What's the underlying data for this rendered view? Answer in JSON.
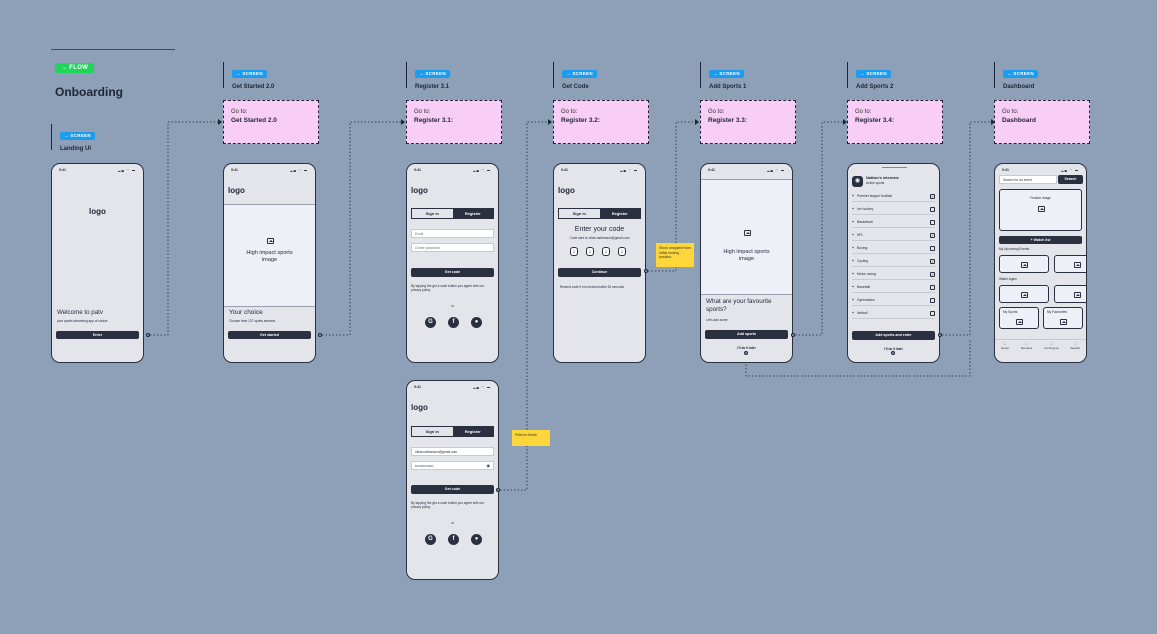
{
  "flow": {
    "tag": "→ FLOW",
    "title": "Onboarding"
  },
  "screen_tag": "→ SCREEN",
  "screens": {
    "landing": "Landing UI",
    "get_started": "Get Started 2.0",
    "register": "Register 3.1",
    "get_code": "Get Code",
    "add_sports_1": "Add Sports 1",
    "add_sports_2": "Add Sports 2",
    "dashboard": "Dashboard"
  },
  "goto": {
    "label": "Go to:",
    "get_started": "Get Started 2.0",
    "register_31": "Register 3.1:",
    "register_32": "Register 3.2:",
    "register_33": "Register 3.3:",
    "register_34": "Register 3.4:",
    "dashboard": "Dashboard"
  },
  "status_time": "9:41",
  "status_icons": "▂▄ ◠ ▬",
  "landing": {
    "logo": "logo",
    "welcome": "Welcome to patv",
    "sub": "your sports streaming app of choice",
    "button": "Enter"
  },
  "get_started": {
    "logo": "logo",
    "image": "High impact sports image",
    "heading": "Your choice",
    "sub": "Choose from 137 sports streams",
    "button": "Get started"
  },
  "register": {
    "logo": "logo",
    "tab_signin": "Sign in",
    "tab_register": "Register",
    "email_ph": "Email",
    "password_ph": "Create password",
    "button": "Get code",
    "terms": "By tapping the get a code button you agree with our privacy policy.",
    "or": "or",
    "email_val": "olivia.nathanson@gmail.com",
    "password_val": "••••••••••••••••"
  },
  "get_code": {
    "logo": "logo",
    "tab_signin": "Sign in",
    "tab_register": "Register",
    "heading": "Enter your code",
    "sub": "Code sent to olivia.nathanson@gmail.com",
    "digits": [
      "1",
      "1",
      "1",
      "1"
    ],
    "button": "Continue",
    "resend": "Resend code if not received after 30 seconds"
  },
  "add_sports_1": {
    "image": "High impact sports image",
    "heading": "What are your favourite sports?",
    "sub": "Let's add some",
    "button": "Add sports",
    "link": "I'll do it later"
  },
  "add_sports_2": {
    "avatar": "◉",
    "name": "Nathan's interests",
    "sub": "Active sports",
    "sports": [
      "Premier league football",
      "Ice hockey",
      "Basketball",
      "NFL",
      "Boxing",
      "Cycling",
      "Motor racing",
      "Baseball",
      "Gymnastics",
      "Netball"
    ],
    "checked": [
      true,
      false,
      false,
      true,
      false,
      true,
      true,
      false,
      false,
      false
    ],
    "button": "Add sports and enter",
    "link": "I'll do it later"
  },
  "dashboard": {
    "search_ph": "Search for an event",
    "search_btn": "Search",
    "feature": "Feature image",
    "watch_btn": "+ Watch list",
    "upcoming": "My Upcoming Events",
    "again": "Watch Again",
    "my_sports": "My Sports",
    "my_fav": "My Favourites",
    "nav": [
      "Home",
      "Services",
      "Coming up",
      "Search"
    ]
  },
  "stickies": {
    "a": "Show snapped from initial ending position",
    "b": "Filled in fields"
  },
  "colors": {
    "background": "#8ea0b8",
    "goto_fill": "#f8cdf6",
    "flow_tag": "#1fd65a",
    "screen_tag": "#1a9cf0",
    "sticky": "#fcd63b",
    "primary": "#2a3040"
  }
}
